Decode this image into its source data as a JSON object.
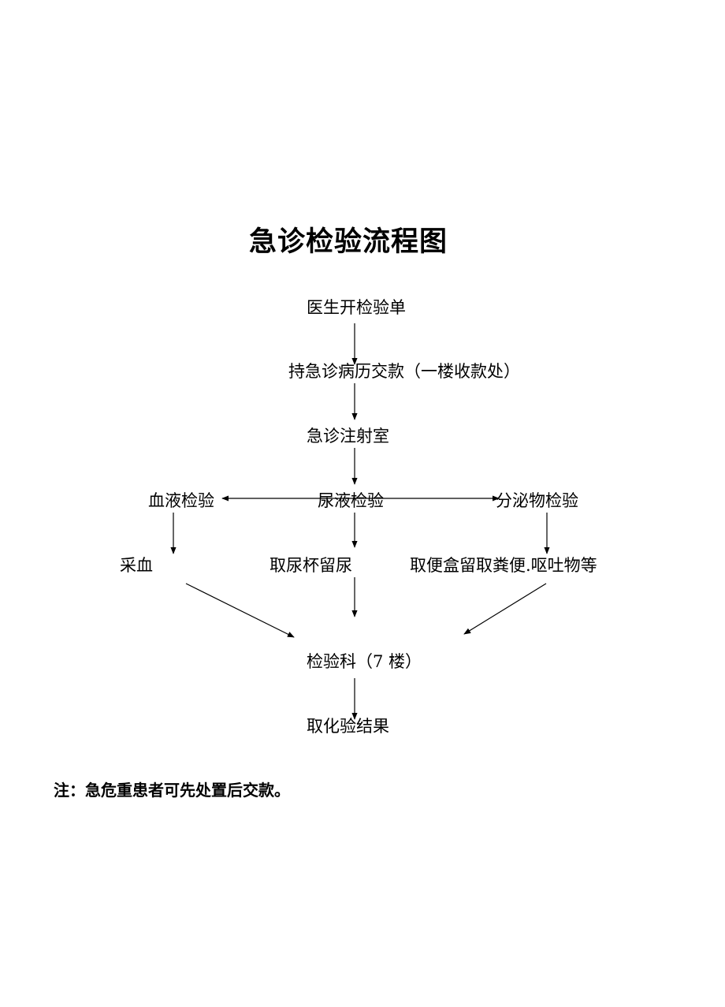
{
  "title": "急诊检验流程图",
  "nodes": {
    "doctor_order": "医生开检验单",
    "payment": "持急诊病历交款（一楼收款处）",
    "injection_room": "急诊注射室",
    "blood_test": "血液检验",
    "urine_test": "尿液检验",
    "secretion_test": "分泌物检验",
    "blood_draw": "采血",
    "urine_collect": "取尿杯留尿",
    "stool_collect": "取便盒留取粪便.呕吐物等",
    "lab_dept": "检验科（7 楼）",
    "get_results": "取化验结果"
  },
  "note": "注：急危重患者可先处置后交款。"
}
